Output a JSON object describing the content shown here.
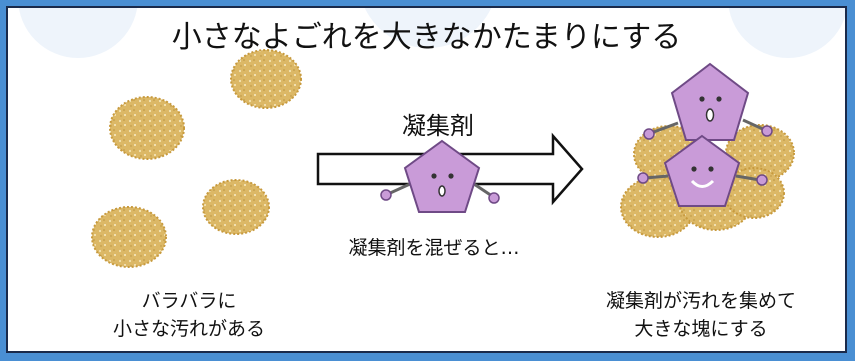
{
  "title": "小さなよごれを大きなかたまりにする",
  "agent_label": "凝集剤",
  "mix_text": "凝集剤を混ぜると…",
  "left_caption": {
    "line1": "バラバラに",
    "line2": "小さな汚れがある"
  },
  "right_caption": {
    "line1": "凝集剤が汚れを集めて",
    "line2": "大きな塊にする"
  },
  "colors": {
    "background": "#4a8fd3",
    "dirt_fill": "#dcb866",
    "dirt_edge": "#c79a3e",
    "agent_fill": "#c99bd8",
    "agent_edge": "#6f4a86",
    "arrow_fill": "#ffffff",
    "arrow_edge": "#111111"
  },
  "icons": {
    "dirt": "dirt-particle-icon",
    "agent": "coagulant-pentagon-character-icon",
    "arrow": "right-arrow-icon"
  }
}
